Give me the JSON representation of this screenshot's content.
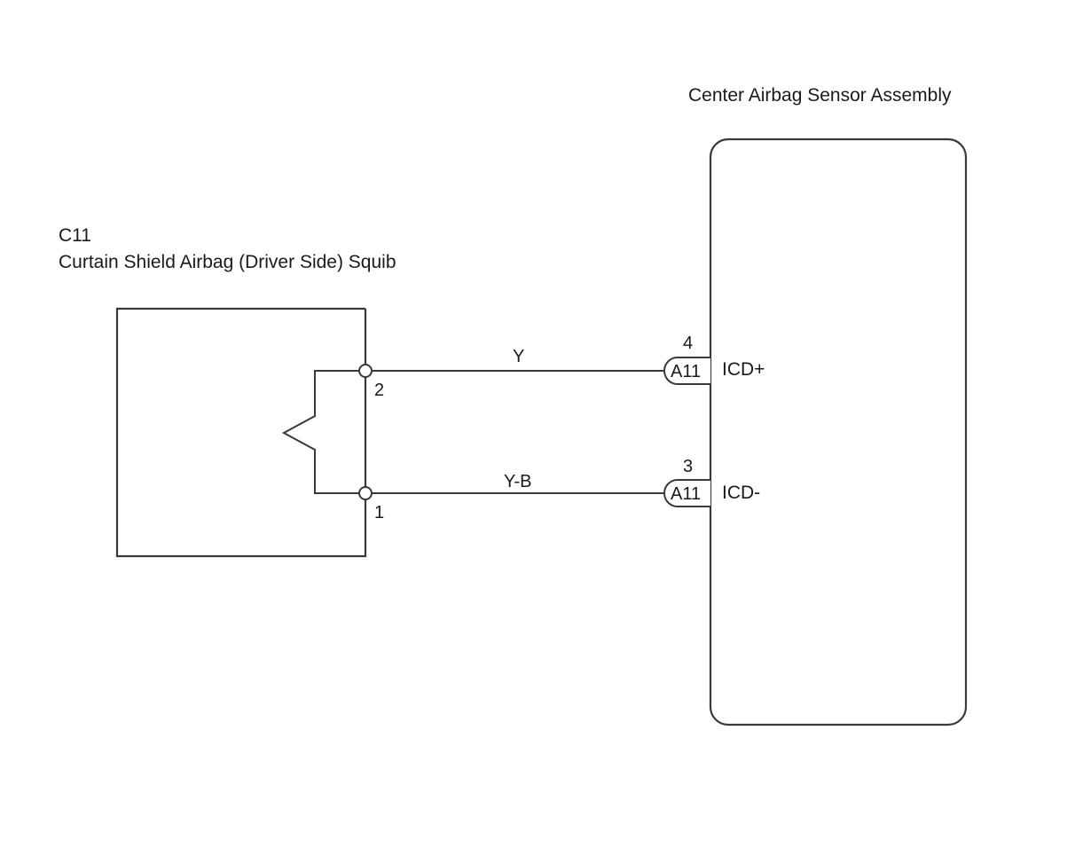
{
  "sensor": {
    "title": "Center Airbag Sensor Assembly"
  },
  "squib": {
    "code": "C11",
    "title": "Curtain Shield Airbag (Driver Side) Squib",
    "pins": [
      "2",
      "1"
    ]
  },
  "wires": [
    {
      "color_code": "Y",
      "from_pin": "2",
      "to_pin": "4",
      "connector": "A11",
      "signal": "ICD+"
    },
    {
      "color_code": "Y-B",
      "from_pin": "1",
      "to_pin": "3",
      "connector": "A11",
      "signal": "ICD-"
    }
  ]
}
